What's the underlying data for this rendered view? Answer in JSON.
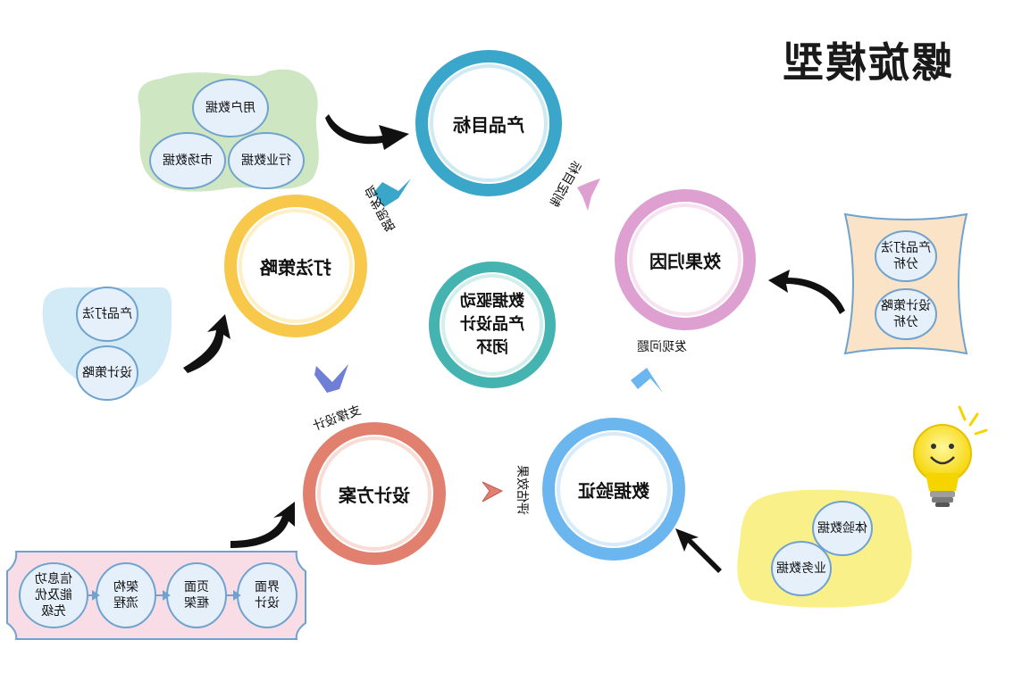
{
  "title": "螺旋模型",
  "center": "数据驱动产品设计闭环",
  "center_lines": [
    "数据驱动",
    "产品设计",
    "闭环"
  ],
  "nodes": {
    "goal": "产品目标",
    "strategy": "打法策略",
    "design": "设计方案",
    "validation": "数据验证",
    "attribution": "效果归因"
  },
  "edges": {
    "goal_to_strategy": "启发思路",
    "strategy_to_design": "支撑设计",
    "design_to_validation": "评估效果",
    "validation_to_attribution": "发现问题",
    "attribution_to_goal": "制定目标"
  },
  "inputs": {
    "goal": [
      "用户数据",
      "市场数据",
      "行业数据"
    ],
    "strategy": [
      "产品打法",
      "设计策略"
    ],
    "design": [
      "界面设计",
      "页面框架",
      "架构流程",
      "信息功能及优先级"
    ],
    "design_lines": [
      [
        "界面",
        "设计"
      ],
      [
        "页面",
        "框架"
      ],
      [
        "架构",
        "流程"
      ],
      [
        "信息功",
        "能及优",
        "先级"
      ]
    ],
    "attribution": [
      "产品打法分析",
      "设计策略分析"
    ],
    "attribution_lines": [
      [
        "产品打法",
        "分析"
      ],
      [
        "设计策略",
        "分析"
      ]
    ],
    "validation": [
      "体验数据",
      "业务数据"
    ]
  },
  "icons": {
    "lightbulb": "lightbulb-icon",
    "arrow": "curved-arrow-icon",
    "chevron": "chevron-icon"
  },
  "colors": {
    "goal": "#3aa6c9",
    "strategy": "#f7c84a",
    "design": "#e2806f",
    "validation": "#6cb6ef",
    "attribution": "#dda0d1",
    "center": "#45b3b0",
    "goal_blob": "#cfe6c2",
    "strategy_blob": "#d2ebf6",
    "design_box": "#f8dde6",
    "attribution_box": "#fbe3c8",
    "validation_blob": "#faf08a",
    "bubble_fill": "#e6f0fb",
    "bubble_stroke": "#6fa3cf"
  }
}
